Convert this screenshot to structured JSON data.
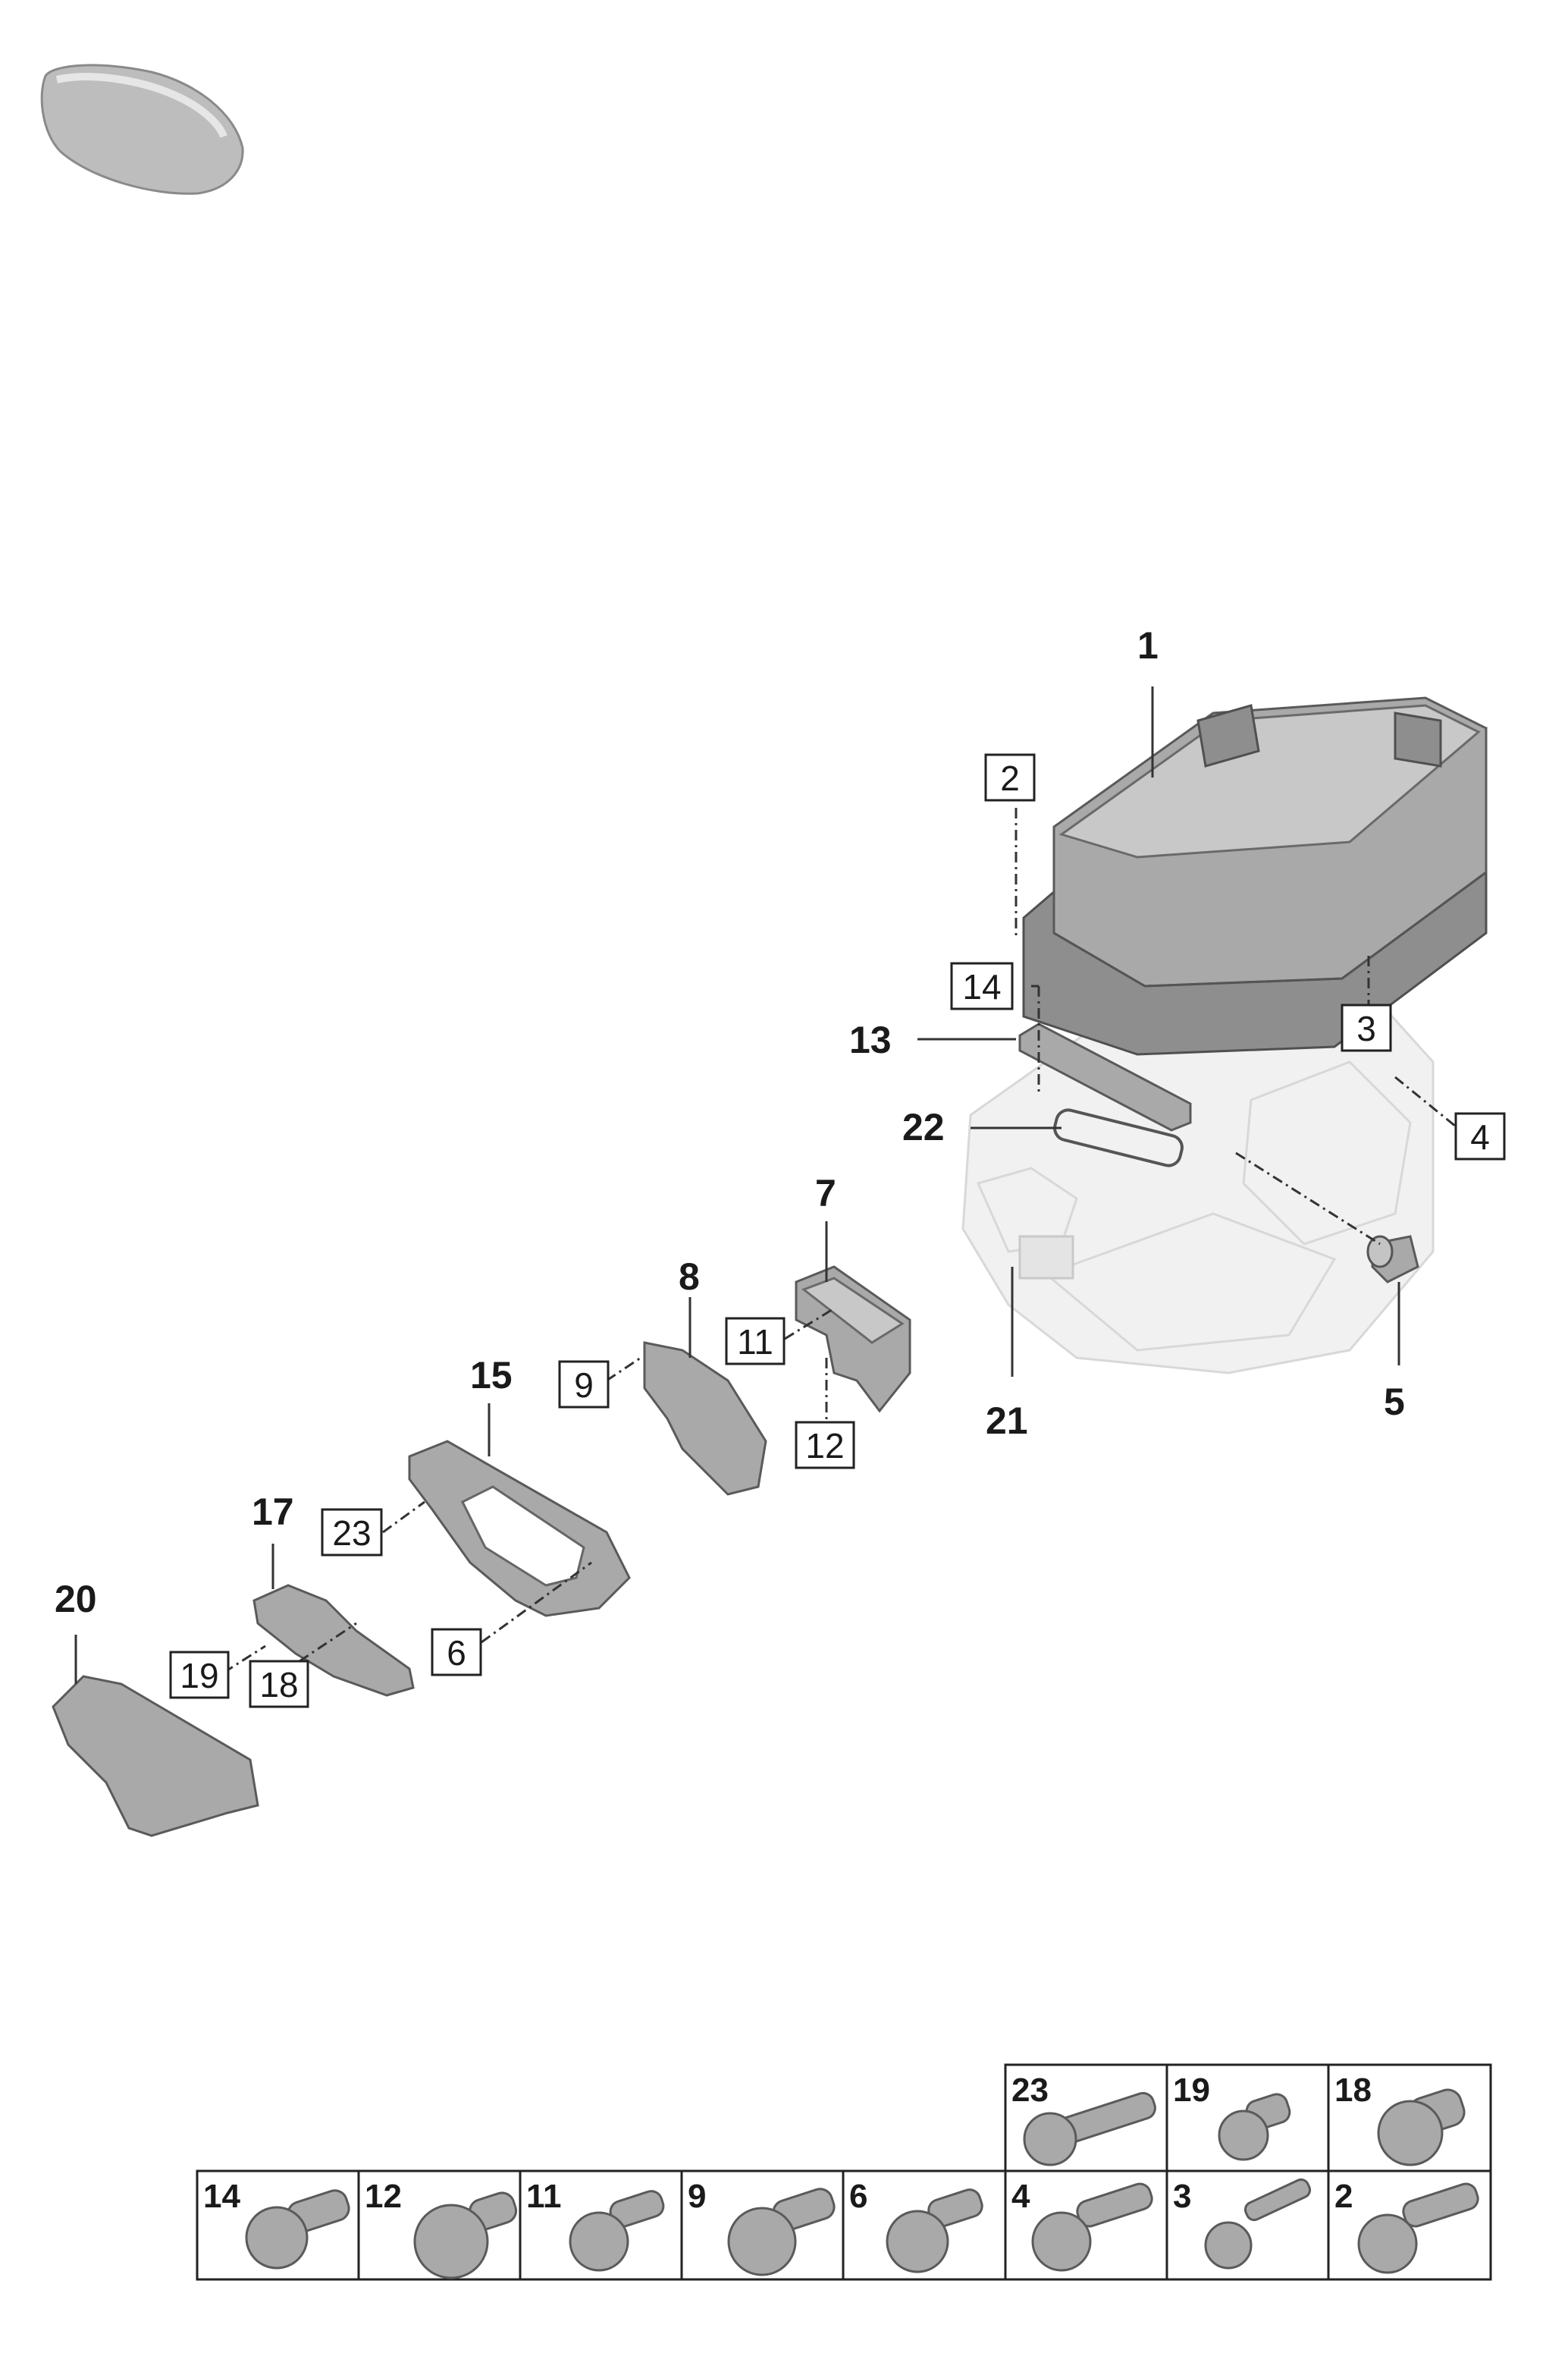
{
  "callouts_bold": [
    {
      "id": "1",
      "text": "1"
    },
    {
      "id": "5",
      "text": "5"
    },
    {
      "id": "7",
      "text": "7"
    },
    {
      "id": "8",
      "text": "8"
    },
    {
      "id": "13",
      "text": "13"
    },
    {
      "id": "15",
      "text": "15"
    },
    {
      "id": "17",
      "text": "17"
    },
    {
      "id": "20",
      "text": "20"
    },
    {
      "id": "21",
      "text": "21"
    },
    {
      "id": "22",
      "text": "22"
    }
  ],
  "callouts_boxed": [
    {
      "id": "2",
      "text": "2"
    },
    {
      "id": "3",
      "text": "3"
    },
    {
      "id": "4",
      "text": "4"
    },
    {
      "id": "6",
      "text": "6"
    },
    {
      "id": "9",
      "text": "9"
    },
    {
      "id": "11",
      "text": "11"
    },
    {
      "id": "12",
      "text": "12"
    },
    {
      "id": "14",
      "text": "14"
    },
    {
      "id": "18",
      "text": "18"
    },
    {
      "id": "19",
      "text": "19"
    },
    {
      "id": "23",
      "text": "23"
    }
  ],
  "fastener_table": {
    "top_row": [
      "23",
      "19",
      "18"
    ],
    "bottom_row": [
      "14",
      "12",
      "11",
      "9",
      "6",
      "4",
      "3",
      "2"
    ]
  },
  "icons": {
    "vehicle": "car-silhouette-icon"
  },
  "colors": {
    "part": "#a9a9a9",
    "ghost_housing": "#f1f1f1",
    "line": "#333333"
  }
}
